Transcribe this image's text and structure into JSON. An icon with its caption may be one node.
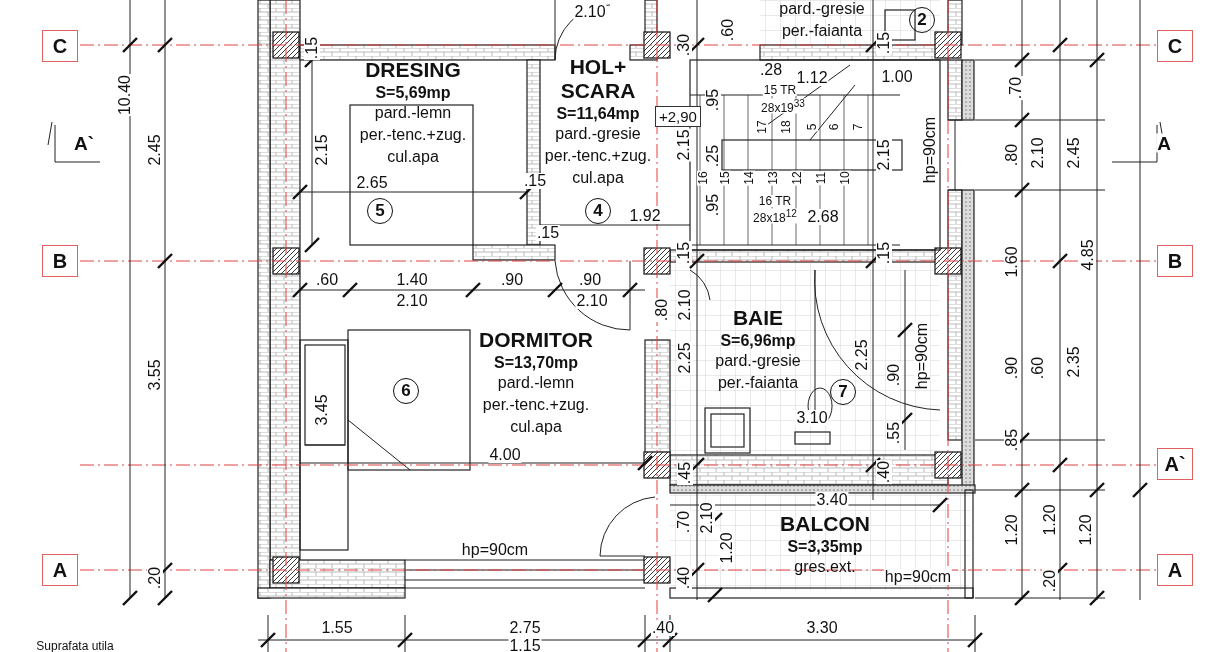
{
  "diagram": {
    "nodes": [
      {
        "text": [
          "DRESING",
          "S=5,69mp",
          "pard.-lemn",
          "per.-tenc.+zug.",
          "cul.apa"
        ]
      },
      {
        "text": [
          "5"
        ],
        "in": 0
      },
      {
        "text": [
          "HOL+ SCARA",
          "S=11,64mp",
          "pard.-gresie",
          "per.-tenc.+zug.",
          "cul.apa"
        ]
      },
      {
        "text": [
          "4"
        ],
        "in": 2
      },
      {
        "text": [
          "pard.-gresie",
          "per.-faianta"
        ]
      },
      {
        "text": [
          "2"
        ],
        "in": 4
      },
      {
        "text": [
          "DORMITOR",
          "S=13,70mp",
          "pard.-lemn",
          "per.-tenc.+zug.",
          "cul.apa"
        ]
      },
      {
        "text": [
          "6"
        ],
        "in": 6
      },
      {
        "text": [
          "BAIE",
          "S=6,96mp",
          "pard.-gresie",
          "per.-faianta"
        ]
      },
      {
        "text": [
          "7"
        ],
        "in": 8
      },
      {
        "text": [
          "BALCON",
          "S=3,35mp",
          "gres.ext."
        ]
      },
      {
        "text": [
          "C"
        ]
      },
      {
        "text": [
          "C"
        ]
      },
      {
        "text": [
          "B"
        ]
      },
      {
        "text": [
          "B"
        ]
      },
      {
        "text": [
          "A`"
        ]
      },
      {
        "text": [
          "A"
        ]
      },
      {
        "text": [
          "A"
        ]
      },
      {
        "text": [
          "+2,90"
        ],
        "in": 2
      }
    ],
    "edges": [],
    "labels": [
      "2.10",
      ".15",
      ".30",
      ".60",
      ".15",
      ".28",
      "1.12",
      "1.00",
      "10.40",
      ".95",
      "15 TR",
      "28x19$^{33}$",
      ".70",
      "A`",
      "2.45",
      "2.15",
      "2.15",
      ".25",
      "17",
      "18",
      "5",
      "6",
      "7",
      "2.15",
      "hp=90cm",
      ".80",
      "2.10",
      "2.45",
      "A",
      "2.65",
      ".15",
      "16",
      "15",
      "14",
      "13",
      "12",
      "11",
      "10",
      "1.92",
      ".95",
      "16 TR",
      "28x18$^{12}$",
      "2.68",
      ".15",
      ".15",
      ".15",
      "1.60",
      "4.85",
      ".60",
      "1.40",
      ".90",
      ".90",
      "2.10",
      "2.10",
      ".80",
      "2.10",
      "3.55",
      "2.25",
      "2.25",
      ".90",
      "hp=90cm",
      ".90",
      ".60",
      "2.35",
      "3.45",
      "3.10",
      ".55",
      ".85",
      "4.00",
      ".45",
      ".40",
      "3.40",
      "hp=90cm",
      ".70",
      "2.10",
      "1.20",
      "1.20",
      "1.20",
      "1.20",
      ".20",
      ".40",
      "hp=90cm",
      ".20",
      "1.55",
      "2.75",
      ".40",
      "3.30",
      "Suprafata utila",
      "1.15"
    ]
  }
}
